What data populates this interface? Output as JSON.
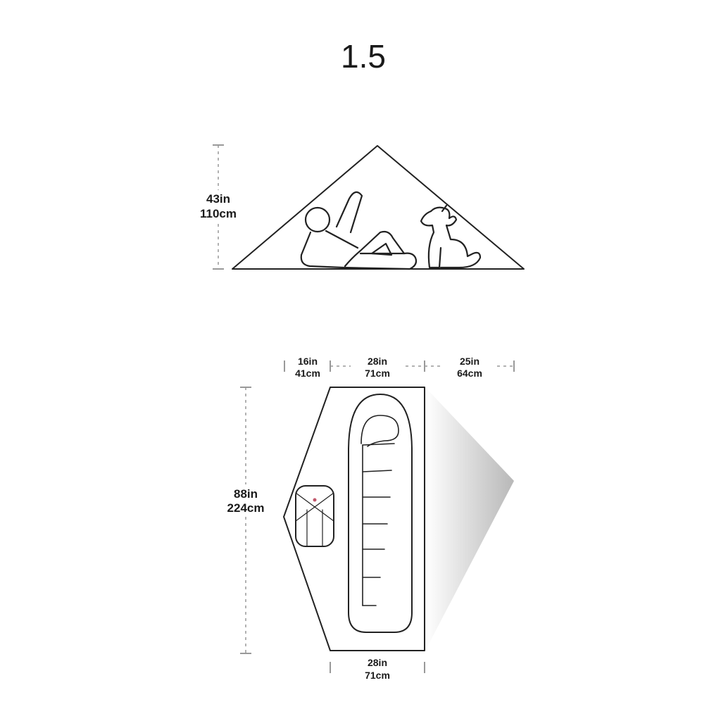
{
  "title": "1.5",
  "side_view": {
    "height_in": "43in",
    "height_cm": "110cm"
  },
  "floor_plan": {
    "vestibule_width_in": "16in",
    "vestibule_width_cm": "41cm",
    "head_width_in": "28in",
    "head_width_cm": "71cm",
    "awning_depth_in": "25in",
    "awning_depth_cm": "64cm",
    "length_in": "88in",
    "length_cm": "224cm",
    "foot_width_in": "28in",
    "foot_width_cm": "71cm"
  },
  "colors": {
    "line": "#222222",
    "dimension": "#999999",
    "awning_shade_dark": "#b8b8b8",
    "awning_shade_light": "#ffffff"
  }
}
